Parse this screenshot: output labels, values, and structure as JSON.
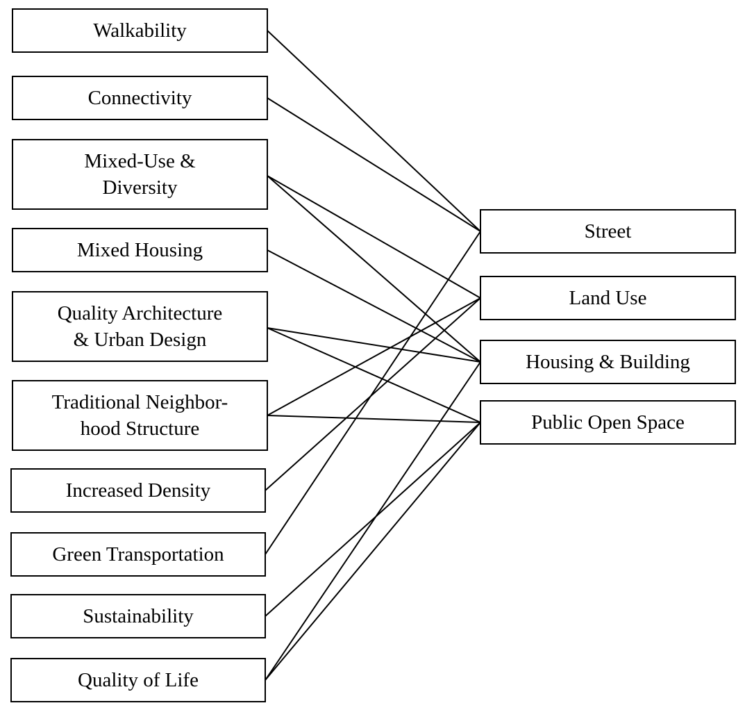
{
  "left_nodes": [
    {
      "id": "walkability",
      "lines": [
        "Walkability"
      ]
    },
    {
      "id": "connectivity",
      "lines": [
        "Connectivity"
      ]
    },
    {
      "id": "mixed-use-diversity",
      "lines": [
        "Mixed-Use &",
        "Diversity"
      ]
    },
    {
      "id": "mixed-housing",
      "lines": [
        "Mixed Housing"
      ]
    },
    {
      "id": "quality-architecture",
      "lines": [
        "Quality Architecture",
        "& Urban Design"
      ]
    },
    {
      "id": "traditional-neighborhood",
      "lines": [
        "Traditional Neighbor-",
        "hood Structure"
      ]
    },
    {
      "id": "increased-density",
      "lines": [
        "Increased Density"
      ]
    },
    {
      "id": "green-transportation",
      "lines": [
        "Green Transportation"
      ]
    },
    {
      "id": "sustainability",
      "lines": [
        "Sustainability"
      ]
    },
    {
      "id": "quality-of-life",
      "lines": [
        "Quality of Life"
      ]
    }
  ],
  "right_nodes": [
    {
      "id": "street",
      "lines": [
        "Street"
      ]
    },
    {
      "id": "land-use",
      "lines": [
        "Land Use"
      ]
    },
    {
      "id": "housing-building",
      "lines": [
        "Housing & Building"
      ]
    },
    {
      "id": "public-open-space",
      "lines": [
        "Public Open Space"
      ]
    }
  ],
  "edges": [
    {
      "from": "walkability",
      "to": "street"
    },
    {
      "from": "connectivity",
      "to": "street"
    },
    {
      "from": "mixed-use-diversity",
      "to": "land-use"
    },
    {
      "from": "mixed-use-diversity",
      "to": "housing-building"
    },
    {
      "from": "mixed-housing",
      "to": "housing-building"
    },
    {
      "from": "quality-architecture",
      "to": "housing-building"
    },
    {
      "from": "quality-architecture",
      "to": "public-open-space"
    },
    {
      "from": "traditional-neighborhood",
      "to": "land-use"
    },
    {
      "from": "traditional-neighborhood",
      "to": "public-open-space"
    },
    {
      "from": "increased-density",
      "to": "land-use"
    },
    {
      "from": "green-transportation",
      "to": "street"
    },
    {
      "from": "sustainability",
      "to": "public-open-space"
    },
    {
      "from": "quality-of-life",
      "to": "housing-building"
    },
    {
      "from": "quality-of-life",
      "to": "public-open-space"
    }
  ]
}
